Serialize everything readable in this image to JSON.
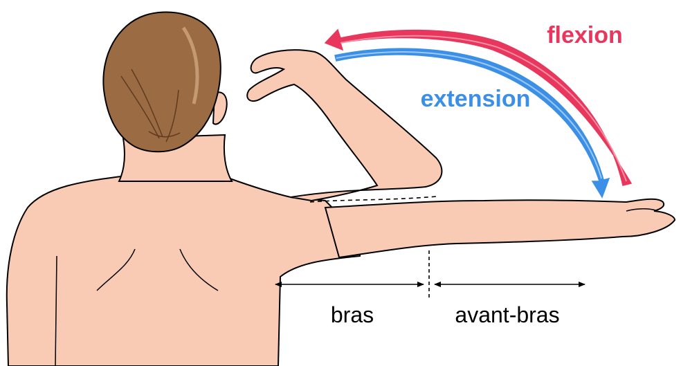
{
  "labels": {
    "flexion": "flexion",
    "extension": "extension",
    "upper_arm": "bras",
    "forearm": "avant-bras"
  },
  "colors": {
    "flexion": "#e8365c",
    "flexion_light": "#f58fa5",
    "extension": "#3b8fe6",
    "extension_light": "#9cc8f5",
    "skin": "#f9cbb4",
    "skin_outline": "#000000",
    "hair": "#9b6b43",
    "hair_dark": "#5e3a1f",
    "hair_light": "#c59a73",
    "dimension_line": "#000000"
  }
}
